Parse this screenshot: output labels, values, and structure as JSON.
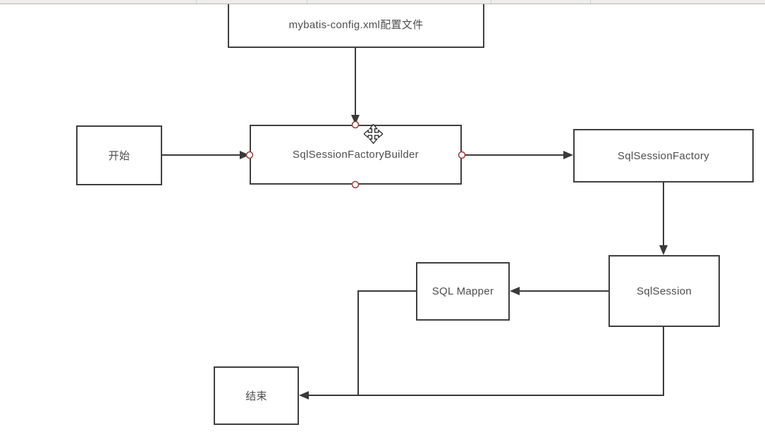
{
  "colors": {
    "background": "#ffffff",
    "node_fill": "#ffffff",
    "node_border": "#3f3f3f",
    "text": "#4d4d4d",
    "connector": "#3a3a3a",
    "handle_stroke": "#963e3e",
    "handle_fill": "#ffffff",
    "toolbar_bg": "#eeedec",
    "toolbar_border": "#b5b5b5",
    "toolbar_divider": "#d2d2d2"
  },
  "nodes": [
    {
      "id": "config",
      "label": "mybatis-config.xml配置文件"
    },
    {
      "id": "start",
      "label": "开始"
    },
    {
      "id": "builder",
      "label": "SqlSessionFactoryBuilder",
      "hovered": true
    },
    {
      "id": "factory",
      "label": "SqlSessionFactory"
    },
    {
      "id": "session",
      "label": "SqlSession"
    },
    {
      "id": "mapper",
      "label": "SQL Mapper"
    },
    {
      "id": "end",
      "label": "结束"
    }
  ],
  "edges": [
    {
      "from": "mybatis-config.xml配置文件",
      "to": "SqlSessionFactoryBuilder"
    },
    {
      "from": "开始",
      "to": "SqlSessionFactoryBuilder"
    },
    {
      "from": "SqlSessionFactoryBuilder",
      "to": "SqlSessionFactory"
    },
    {
      "from": "SqlSessionFactory",
      "to": "SqlSession"
    },
    {
      "from": "SqlSession",
      "to": "SQL Mapper"
    },
    {
      "from": "SQL Mapper",
      "to": "结束"
    },
    {
      "from": "SqlSession",
      "to": "结束"
    }
  ],
  "cursor": {
    "type": "move",
    "icon": "move-cursor-icon"
  }
}
